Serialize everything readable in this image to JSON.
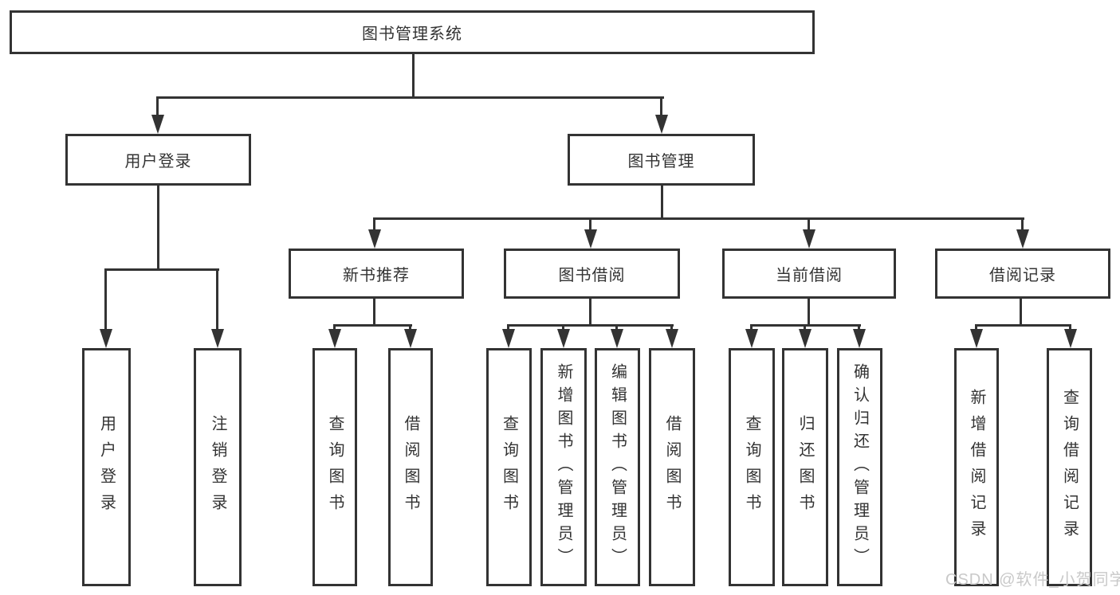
{
  "tree": {
    "root": {
      "label": "图书管理系统",
      "children": [
        {
          "label": "用户登录",
          "children": [
            {
              "label": "用户登录"
            },
            {
              "label": "注销登录"
            }
          ]
        },
        {
          "label": "图书管理",
          "children": [
            {
              "label": "新书推荐",
              "children": [
                {
                  "label": "查询图书"
                },
                {
                  "label": "借阅图书"
                }
              ]
            },
            {
              "label": "图书借阅",
              "children": [
                {
                  "label": "查询图书"
                },
                {
                  "label": "新增图书（管理员）"
                },
                {
                  "label": "编辑图书（管理员）"
                },
                {
                  "label": "借阅图书"
                }
              ]
            },
            {
              "label": "当前借阅",
              "children": [
                {
                  "label": "查询图书"
                },
                {
                  "label": "归还图书"
                },
                {
                  "label": "确认归还（管理员）"
                }
              ]
            },
            {
              "label": "借阅记录",
              "children": [
                {
                  "label": "新增借阅记录"
                },
                {
                  "label": "查询借阅记录"
                }
              ]
            }
          ]
        }
      ]
    }
  },
  "watermark": {
    "text": "CSDN @软件_小贺同学"
  },
  "colors": {
    "line": "#333333",
    "text": "#333333",
    "watermark": "#c9c9c9",
    "background": "#ffffff"
  }
}
